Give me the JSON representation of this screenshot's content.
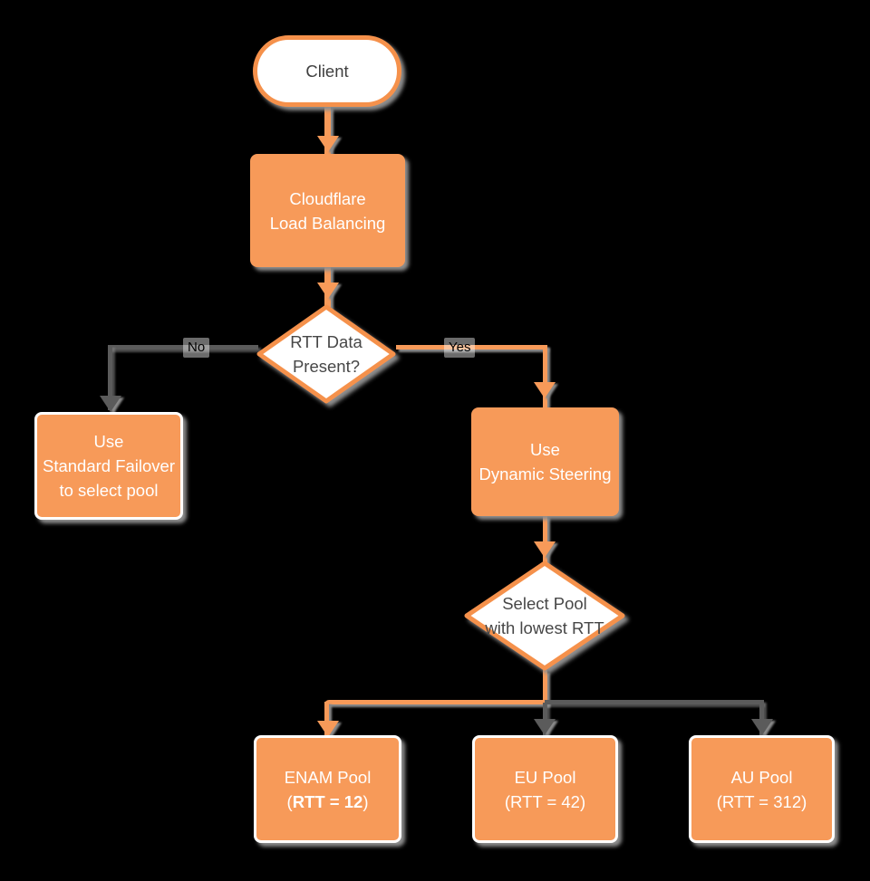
{
  "colors": {
    "background": "#000000",
    "node_fill_orange": "#F79A59",
    "node_border_orange": "#F5914B",
    "node_text_white": "#FFFFFF",
    "decision_fill": "#FFFFFF",
    "decision_text": "#474747",
    "connector_gray": "#5B5B5B",
    "shadow_gray": "#8E8E8E"
  },
  "nodes": {
    "client": {
      "label": "Client"
    },
    "load_balancing": {
      "line1": "Cloudflare",
      "line2": "Load Balancing"
    },
    "rtt_decision": {
      "line1": "RTT Data",
      "line2": "Present?"
    },
    "standard_failover": {
      "line1": "Use",
      "line2": "Standard Failover",
      "line3": "to select pool"
    },
    "dynamic_steering": {
      "line1": "Use",
      "line2": "Dynamic Steering"
    },
    "select_pool": {
      "line1": "Select Pool",
      "line2": "with lowest RTT"
    },
    "enam_pool": {
      "line1": "ENAM Pool",
      "line2_open": "(",
      "line2_bold": "RTT = 12",
      "line2_close": ")"
    },
    "eu_pool": {
      "line1": "EU Pool",
      "line2": "(RTT = 42)"
    },
    "au_pool": {
      "line1": "AU Pool",
      "line2": "(RTT = 312)"
    }
  },
  "edges": {
    "no_label": "No",
    "yes_label": "Yes"
  }
}
